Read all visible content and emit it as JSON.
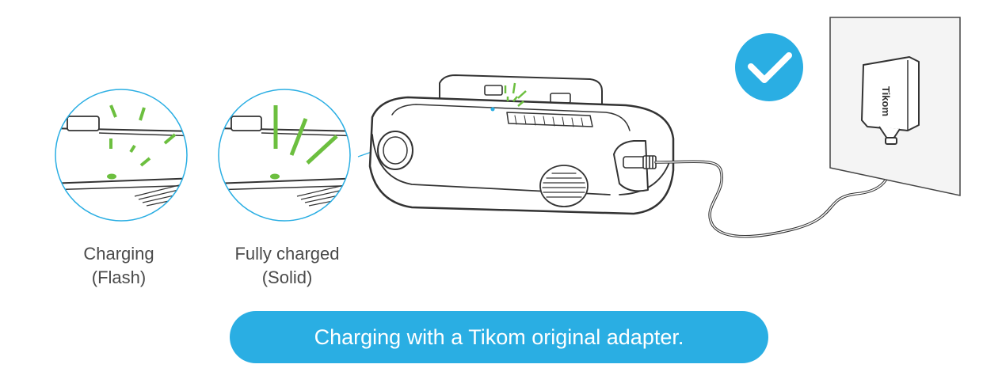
{
  "captions": {
    "charging_line1": "Charging",
    "charging_line2": "(Flash)",
    "full_line1": "Fully charged",
    "full_line2": "(Solid)"
  },
  "banner": {
    "text": "Charging with a Tikom original adapter."
  },
  "adapter": {
    "brand": "Tikom"
  },
  "icons": [
    "check-circle-icon"
  ],
  "colors": {
    "accent_blue": "#2aaee3",
    "led_green": "#6cbf3f",
    "line_gray": "#333333",
    "banner_text": "#ffffff"
  }
}
